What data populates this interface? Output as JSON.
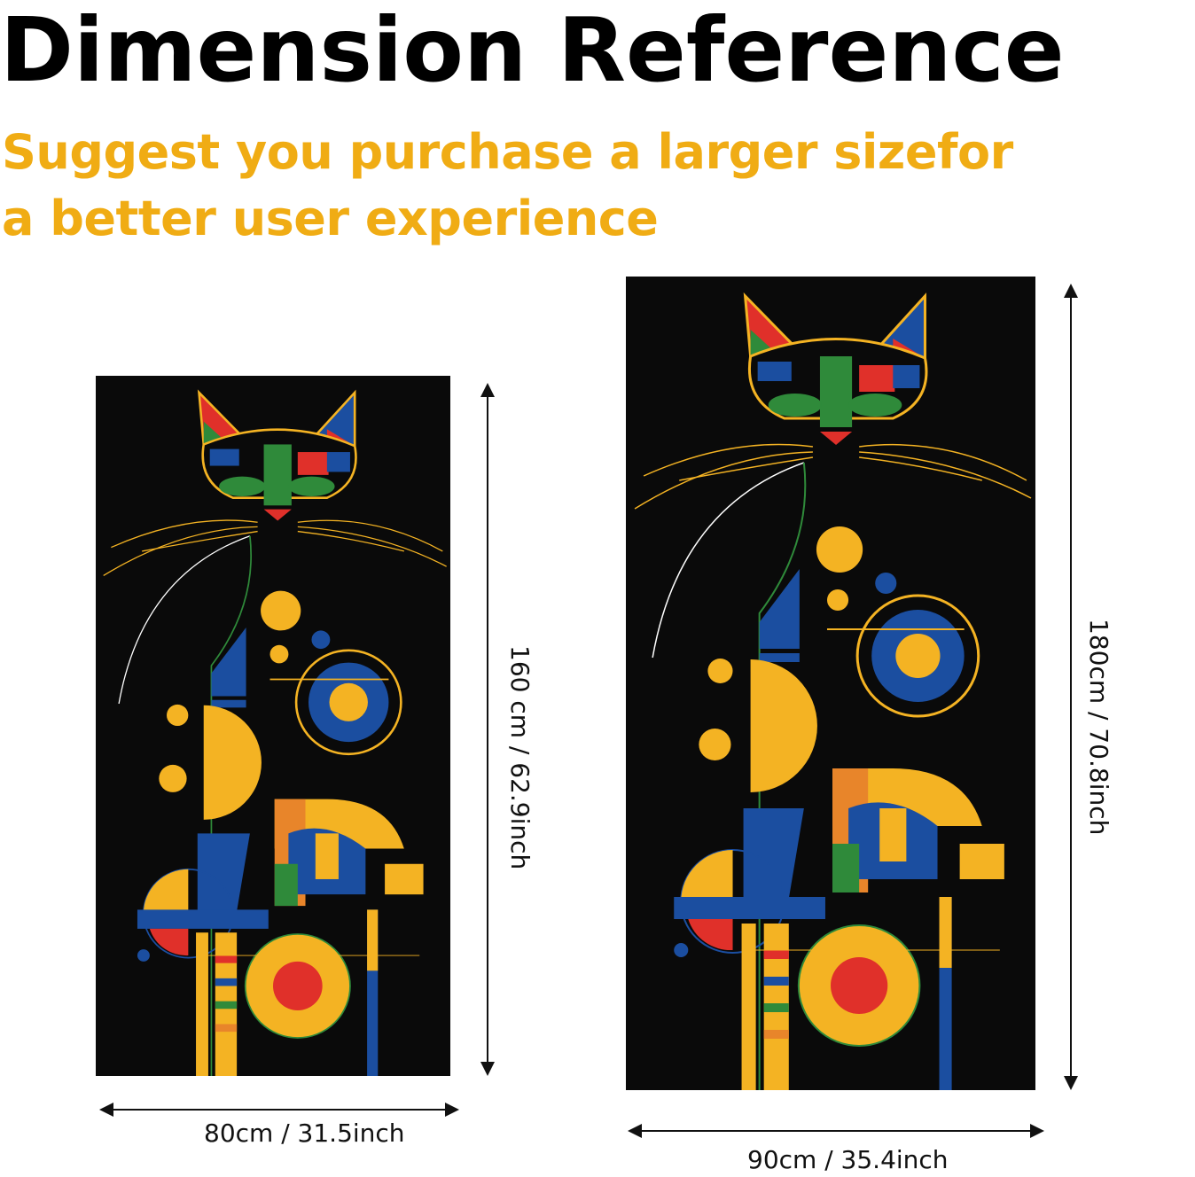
{
  "header": {
    "title": "Dimension Reference",
    "subtitle_line1": "Suggest you purchase a larger sizefor",
    "subtitle_line2": "a better user experience"
  },
  "colors": {
    "title": "#000000",
    "subtitle": "#f0ac14",
    "towel_background": "#0a0a0a",
    "yellow": "#f4b323",
    "blue": "#1b4ea0",
    "red": "#e0302a",
    "green": "#2f8a3a",
    "orange": "#e8852a"
  },
  "towels": [
    {
      "size": "small",
      "width_label": "80cm / 31.5inch",
      "height_label": "160 cm / 62.9inch"
    },
    {
      "size": "large",
      "width_label": "90cm / 35.4inch",
      "height_label": "180cm / 70.8inch"
    }
  ]
}
